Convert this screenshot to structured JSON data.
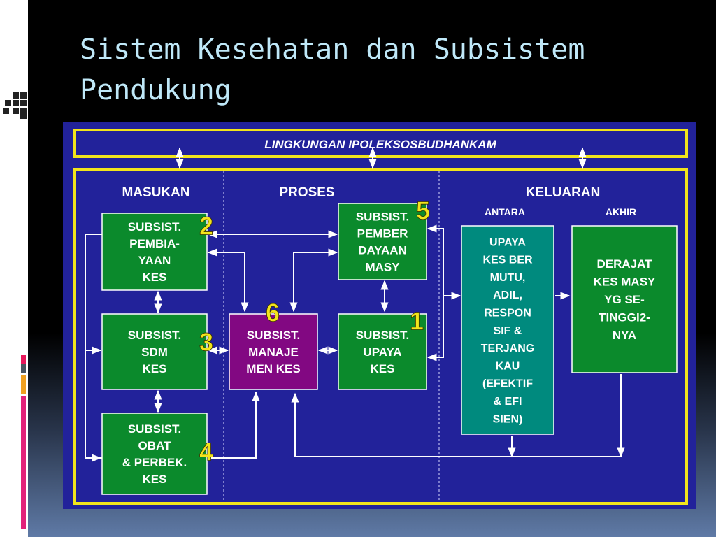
{
  "slide": {
    "title_line1": "Sistem Kesehatan dan Subsistem",
    "title_line2": "Pendukung"
  },
  "diagram": {
    "environment_label": "LINGKUNGAN IPOLEKSOSBUDHANKAM",
    "sections": {
      "input": "MASUKAN",
      "process": "PROSES",
      "output": "KELUARAN",
      "intermediate": "ANTARA",
      "final": "AKHIR"
    },
    "boxes": [
      {
        "id": "financing",
        "number": "2",
        "lines": [
          "SUBSIST.",
          "PEMBIA-",
          "YAAN",
          "KES"
        ]
      },
      {
        "id": "human-resources",
        "number": "3",
        "lines": [
          "SUBSIST.",
          "SDM",
          "KES"
        ]
      },
      {
        "id": "medicine",
        "number": "4",
        "lines": [
          "SUBSIST.",
          "OBAT",
          "& PERBEK.",
          "KES"
        ]
      },
      {
        "id": "management",
        "number": "6",
        "lines": [
          "SUBSIST.",
          "MANAJE",
          "MEN KES"
        ]
      },
      {
        "id": "empowerment",
        "number": "5",
        "lines": [
          "SUBSIST.",
          "PEMBER",
          "DAYAAN",
          "MASY"
        ]
      },
      {
        "id": "health-effort",
        "number": "1",
        "lines": [
          "SUBSIST.",
          "UPAYA",
          "KES"
        ]
      },
      {
        "id": "intermediate-output",
        "lines": [
          "UPAYA",
          "KES BER",
          "MUTU,",
          "ADIL,",
          "RESPON",
          "SIF &",
          "TERJANG",
          "KAU",
          "(EFEKTIF",
          "& EFI",
          "SIEN)"
        ]
      },
      {
        "id": "final-output",
        "lines": [
          "DERAJAT",
          "KES MASY",
          "YG SE-",
          "TINGGI2-",
          "NYA"
        ]
      }
    ],
    "colors": {
      "background": "#22229a",
      "frame": "#f2e41c",
      "green_box": "#0b8a2c",
      "purple_box": "#820882",
      "teal_box": "#008a7e",
      "number": "#f2e41c",
      "text": "#ffffff"
    }
  }
}
